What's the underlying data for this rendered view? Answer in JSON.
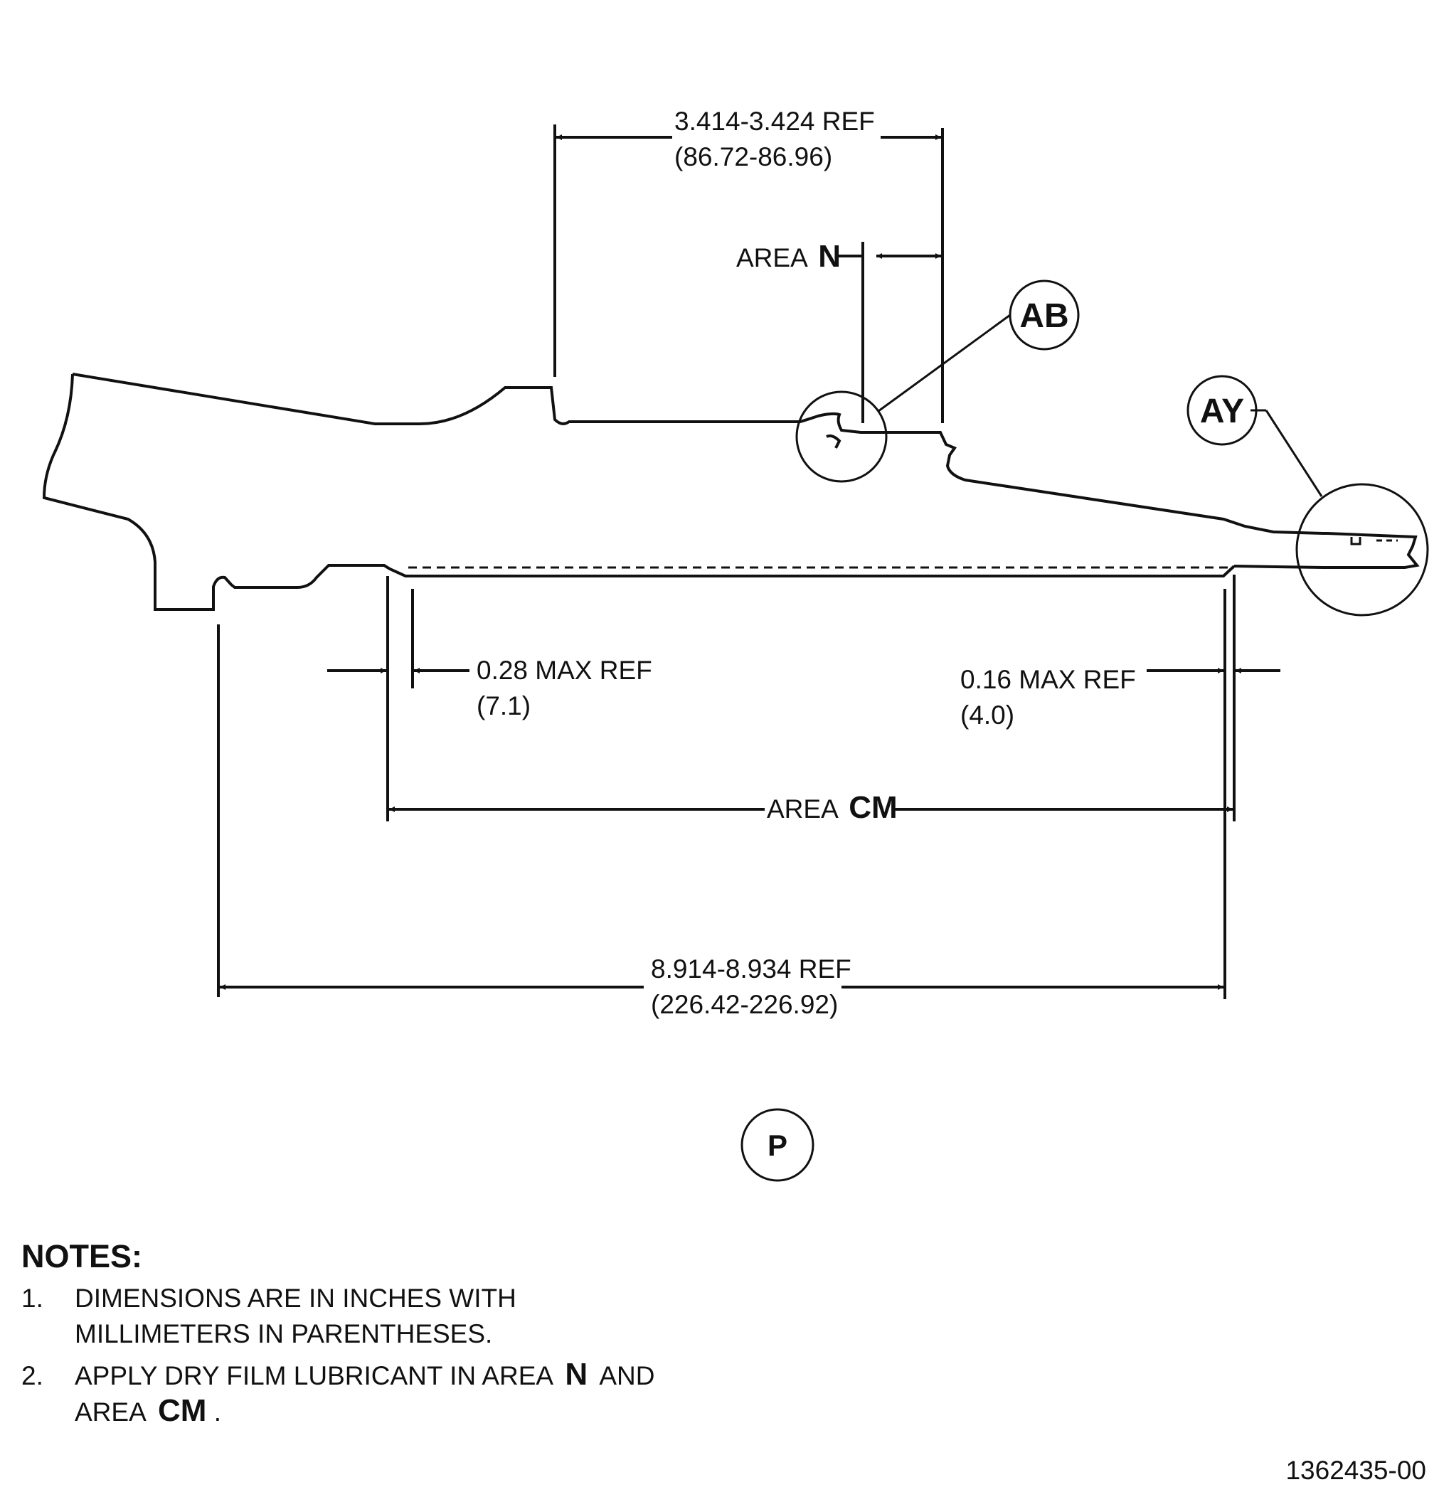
{
  "dimensions": {
    "top_ref": {
      "inches": "3.414-3.424 REF",
      "mm": "(86.72-86.96)"
    },
    "area_n": {
      "prefix": "AREA",
      "letter": "N"
    },
    "left_max": {
      "inches": "0.28 MAX REF",
      "mm": "(7.1)"
    },
    "right_max": {
      "inches": "0.16 MAX REF",
      "mm": "(4.0)"
    },
    "area_cm": {
      "prefix": "AREA",
      "letter": "CM"
    },
    "overall_ref": {
      "inches": "8.914-8.934 REF",
      "mm": "(226.42-226.92)"
    }
  },
  "callouts": {
    "ab": "AB",
    "ay": "AY",
    "view": "P"
  },
  "notes": {
    "title": "NOTES:",
    "items": [
      {
        "number": "1.",
        "line1": "DIMENSIONS ARE IN INCHES WITH",
        "line2": "MILLIMETERS IN PARENTHESES."
      },
      {
        "number": "2.",
        "line1_a": "APPLY DRY FILM LUBRICANT IN AREA",
        "line1_b": "N",
        "line1_c": "AND",
        "line2_a": "AREA",
        "line2_b": "CM",
        "line2_c": "."
      }
    ]
  },
  "figure_number": "1362435-00"
}
